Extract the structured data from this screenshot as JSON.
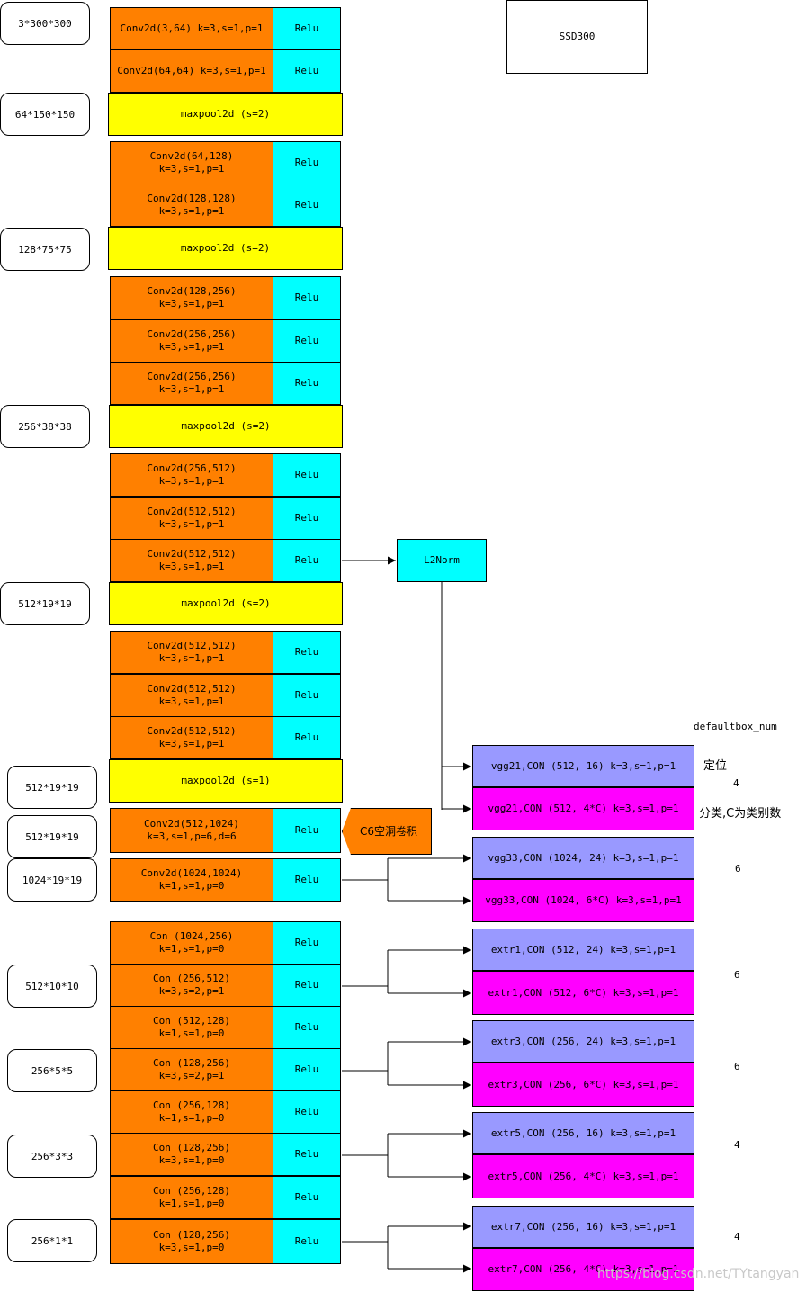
{
  "title": "SSD300",
  "dims": {
    "d0": "3*300*300",
    "d1": "64*150*150",
    "d2": "128*75*75",
    "d3": "256*38*38",
    "d4": "512*19*19",
    "d5": "512*19*19",
    "d6": "512*19*19",
    "d7": "1024*19*19",
    "d8": "512*10*10",
    "d9": "256*5*5",
    "d10": "256*3*3",
    "d11": "256*1*1"
  },
  "layers": {
    "l0": "Conv2d(3,64) k=3,s=1,p=1",
    "l1": "Conv2d(64,64) k=3,s=1,p=1",
    "p0": "maxpool2d (s=2)",
    "l2": "Conv2d(64,128)\nk=3,s=1,p=1",
    "l3": "Conv2d(128,128)\nk=3,s=1,p=1",
    "p1": "maxpool2d (s=2)",
    "l4": "Conv2d(128,256)\nk=3,s=1,p=1",
    "l5": "Conv2d(256,256)\nk=3,s=1,p=1",
    "l6": "Conv2d(256,256)\nk=3,s=1,p=1",
    "p2": "maxpool2d (s=2)",
    "l7": "Conv2d(256,512)\nk=3,s=1,p=1",
    "l8": "Conv2d(512,512)\nk=3,s=1,p=1",
    "l9": "Conv2d(512,512)\nk=3,s=1,p=1",
    "p3": "maxpool2d (s=2)",
    "l10": "Conv2d(512,512)\nk=3,s=1,p=1",
    "l11": "Conv2d(512,512)\nk=3,s=1,p=1",
    "l12": "Conv2d(512,512)\nk=3,s=1,p=1",
    "p4": "maxpool2d (s=1)",
    "l13": "Conv2d(512,1024)\nk=3,s=1,p=6,d=6",
    "l14": "Conv2d(1024,1024)\nk=1,s=1,p=0",
    "e0": "Con (1024,256)\nk=1,s=1,p=0",
    "e1": "Con (256,512)\nk=3,s=2,p=1",
    "e2": "Con (512,128)\nk=1,s=1,p=0",
    "e3": "Con (128,256)\nk=3,s=2,p=1",
    "e4": "Con (256,128)\nk=1,s=1,p=0",
    "e5": "Con (128,256)\nk=3,s=1,p=0",
    "e6": "Con (256,128)\nk=1,s=1,p=0",
    "e7": "Con (128,256)\nk=3,s=1,p=0"
  },
  "relu": "Relu",
  "l2norm": "L2Norm",
  "c6_label": "C6空洞卷积",
  "heads": {
    "h0": "vgg21,CON (512, 16) k=3,s=1,p=1",
    "h1": "vgg21,CON (512, 4*C) k=3,s=1,p=1",
    "h2": "vgg33,CON (1024, 24) k=3,s=1,p=1",
    "h3": "vgg33,CON (1024, 6*C) k=3,s=1,p=1",
    "h4": "extr1,CON (512, 24) k=3,s=1,p=1",
    "h5": "extr1,CON (512, 6*C) k=3,s=1,p=1",
    "h6": "extr3,CON (256, 24) k=3,s=1,p=1",
    "h7": "extr3,CON (256, 6*C) k=3,s=1,p=1",
    "h8": "extr5,CON (256, 16) k=3,s=1,p=1",
    "h9": "extr5,CON (256, 4*C) k=3,s=1,p=1",
    "h10": "extr7,CON (256, 16) k=3,s=1,p=1",
    "h11": "extr7,CON (256, 4*C) k=3,s=1,p=1"
  },
  "defaultbox_label": "defaultbox_num",
  "counts": {
    "n0": "4",
    "n1": "6",
    "n2": "6",
    "n3": "6",
    "n4": "4",
    "n5": "4"
  },
  "loc_label": "定位",
  "cls_label": "分类,C为类别数",
  "watermark": "https://blog.csdn.net/TYtangyan"
}
